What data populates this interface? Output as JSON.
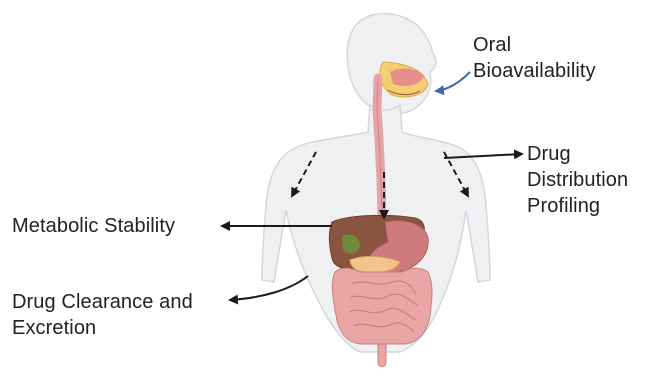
{
  "labels": {
    "oral": "Oral",
    "bioavailability": "Bioavailability",
    "drug": "Drug",
    "distribution": "Distribution",
    "profiling": "Profiling",
    "metabolic": "Metabolic Stability",
    "clearance": "Drug Clearance and",
    "excretion": "Excretion"
  },
  "colors": {
    "body_fill": "#eef0f2",
    "body_stroke": "#d3d8dd",
    "esophagus": "#e8a3a8",
    "liver": "#8a5540",
    "stomach": "#cf7b7e",
    "intestine": "#e9a6a4",
    "gallbladder": "#6f8a3a",
    "arrow_blue": "#3f67b1",
    "arrow_black": "#1a1a1a"
  }
}
